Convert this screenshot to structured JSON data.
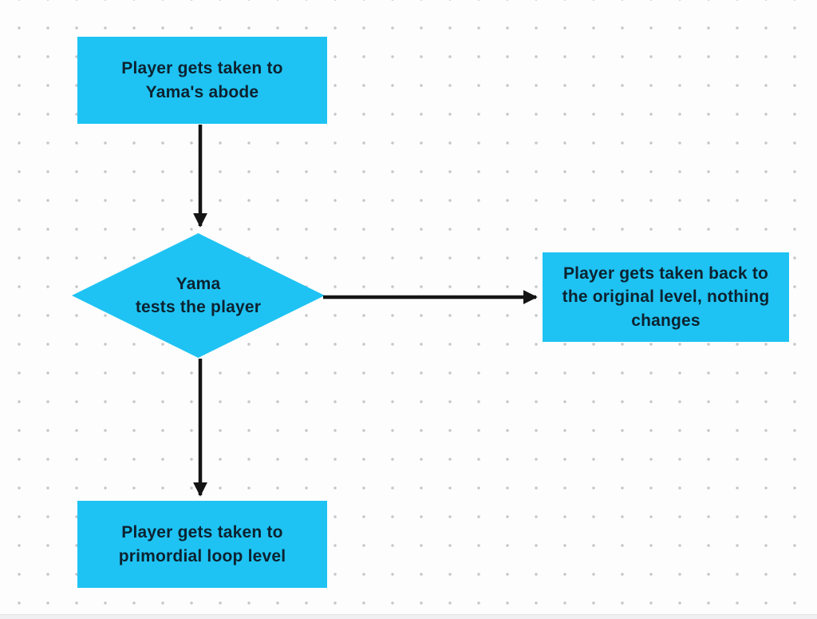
{
  "colors": {
    "canvas_bg": "#fdfdfd",
    "dot": "#c6c8cc",
    "shape_fill": "#1ec3f3",
    "shape_text": "#0d2230",
    "arrow": "#141414",
    "footer_bar": "#f0f0f3"
  },
  "flowchart": {
    "nodes": {
      "start": {
        "type": "process",
        "label": "Player gets taken to\nYama's abode"
      },
      "decision": {
        "type": "decision",
        "label": "Yama\ntests the player"
      },
      "return_to_level": {
        "type": "process",
        "label": "Player gets taken back to\nthe original level, nothing\nchanges"
      },
      "primordial_loop": {
        "type": "process",
        "label": "Player gets taken to\nprimordial loop level"
      }
    },
    "connectors": [
      {
        "from": "start",
        "to": "decision"
      },
      {
        "from": "decision",
        "to": "return_to_level"
      },
      {
        "from": "decision",
        "to": "primordial_loop"
      }
    ]
  }
}
